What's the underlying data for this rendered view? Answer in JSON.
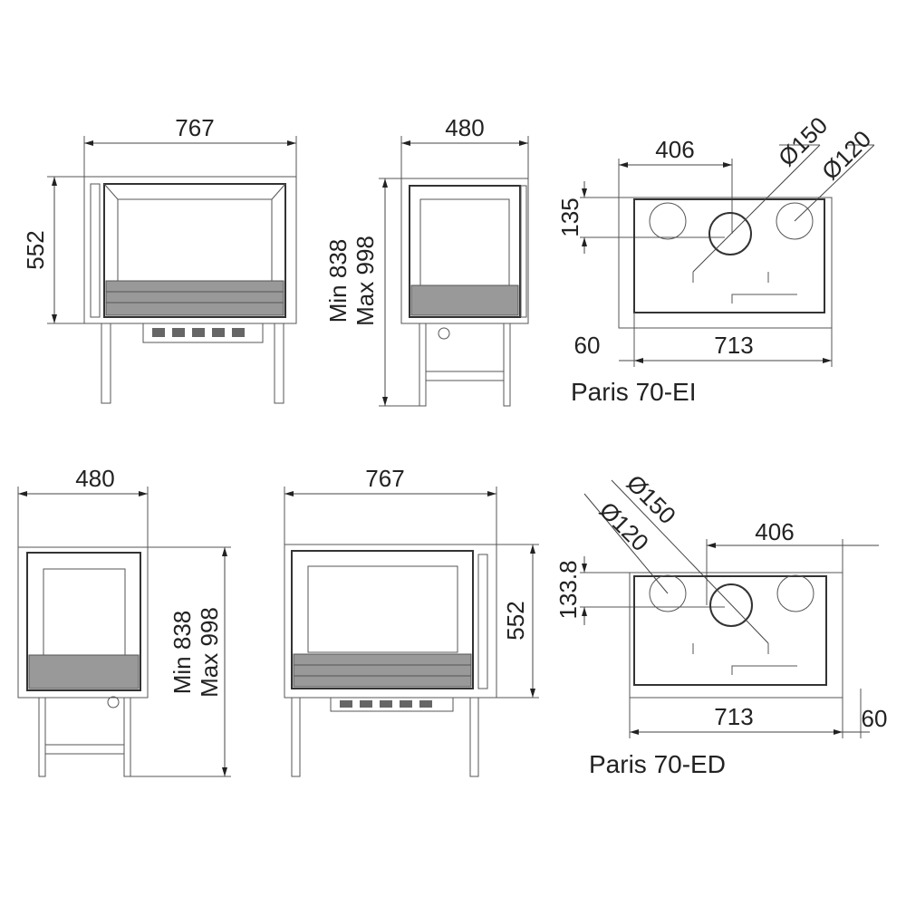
{
  "views": {
    "front_top": {
      "width": "767",
      "height": "552"
    },
    "side_top": {
      "width": "480",
      "height_min": "Min 838",
      "height_max": "Max 998"
    },
    "plan_ei": {
      "offset": "406",
      "phi_large": "Ø150",
      "phi_small": "Ø120",
      "depth": "135",
      "side": "60",
      "width": "713",
      "title": "Paris 70-EI"
    },
    "side_bottom": {
      "width": "480",
      "height_min": "Min 838",
      "height_max": "Max 998"
    },
    "front_bottom": {
      "width": "767",
      "height": "552"
    },
    "plan_ed": {
      "offset": "406",
      "phi_large": "Ø150",
      "phi_small": "Ø120",
      "depth": "133.8",
      "side": "60",
      "width": "713",
      "title": "Paris 70-ED"
    }
  }
}
